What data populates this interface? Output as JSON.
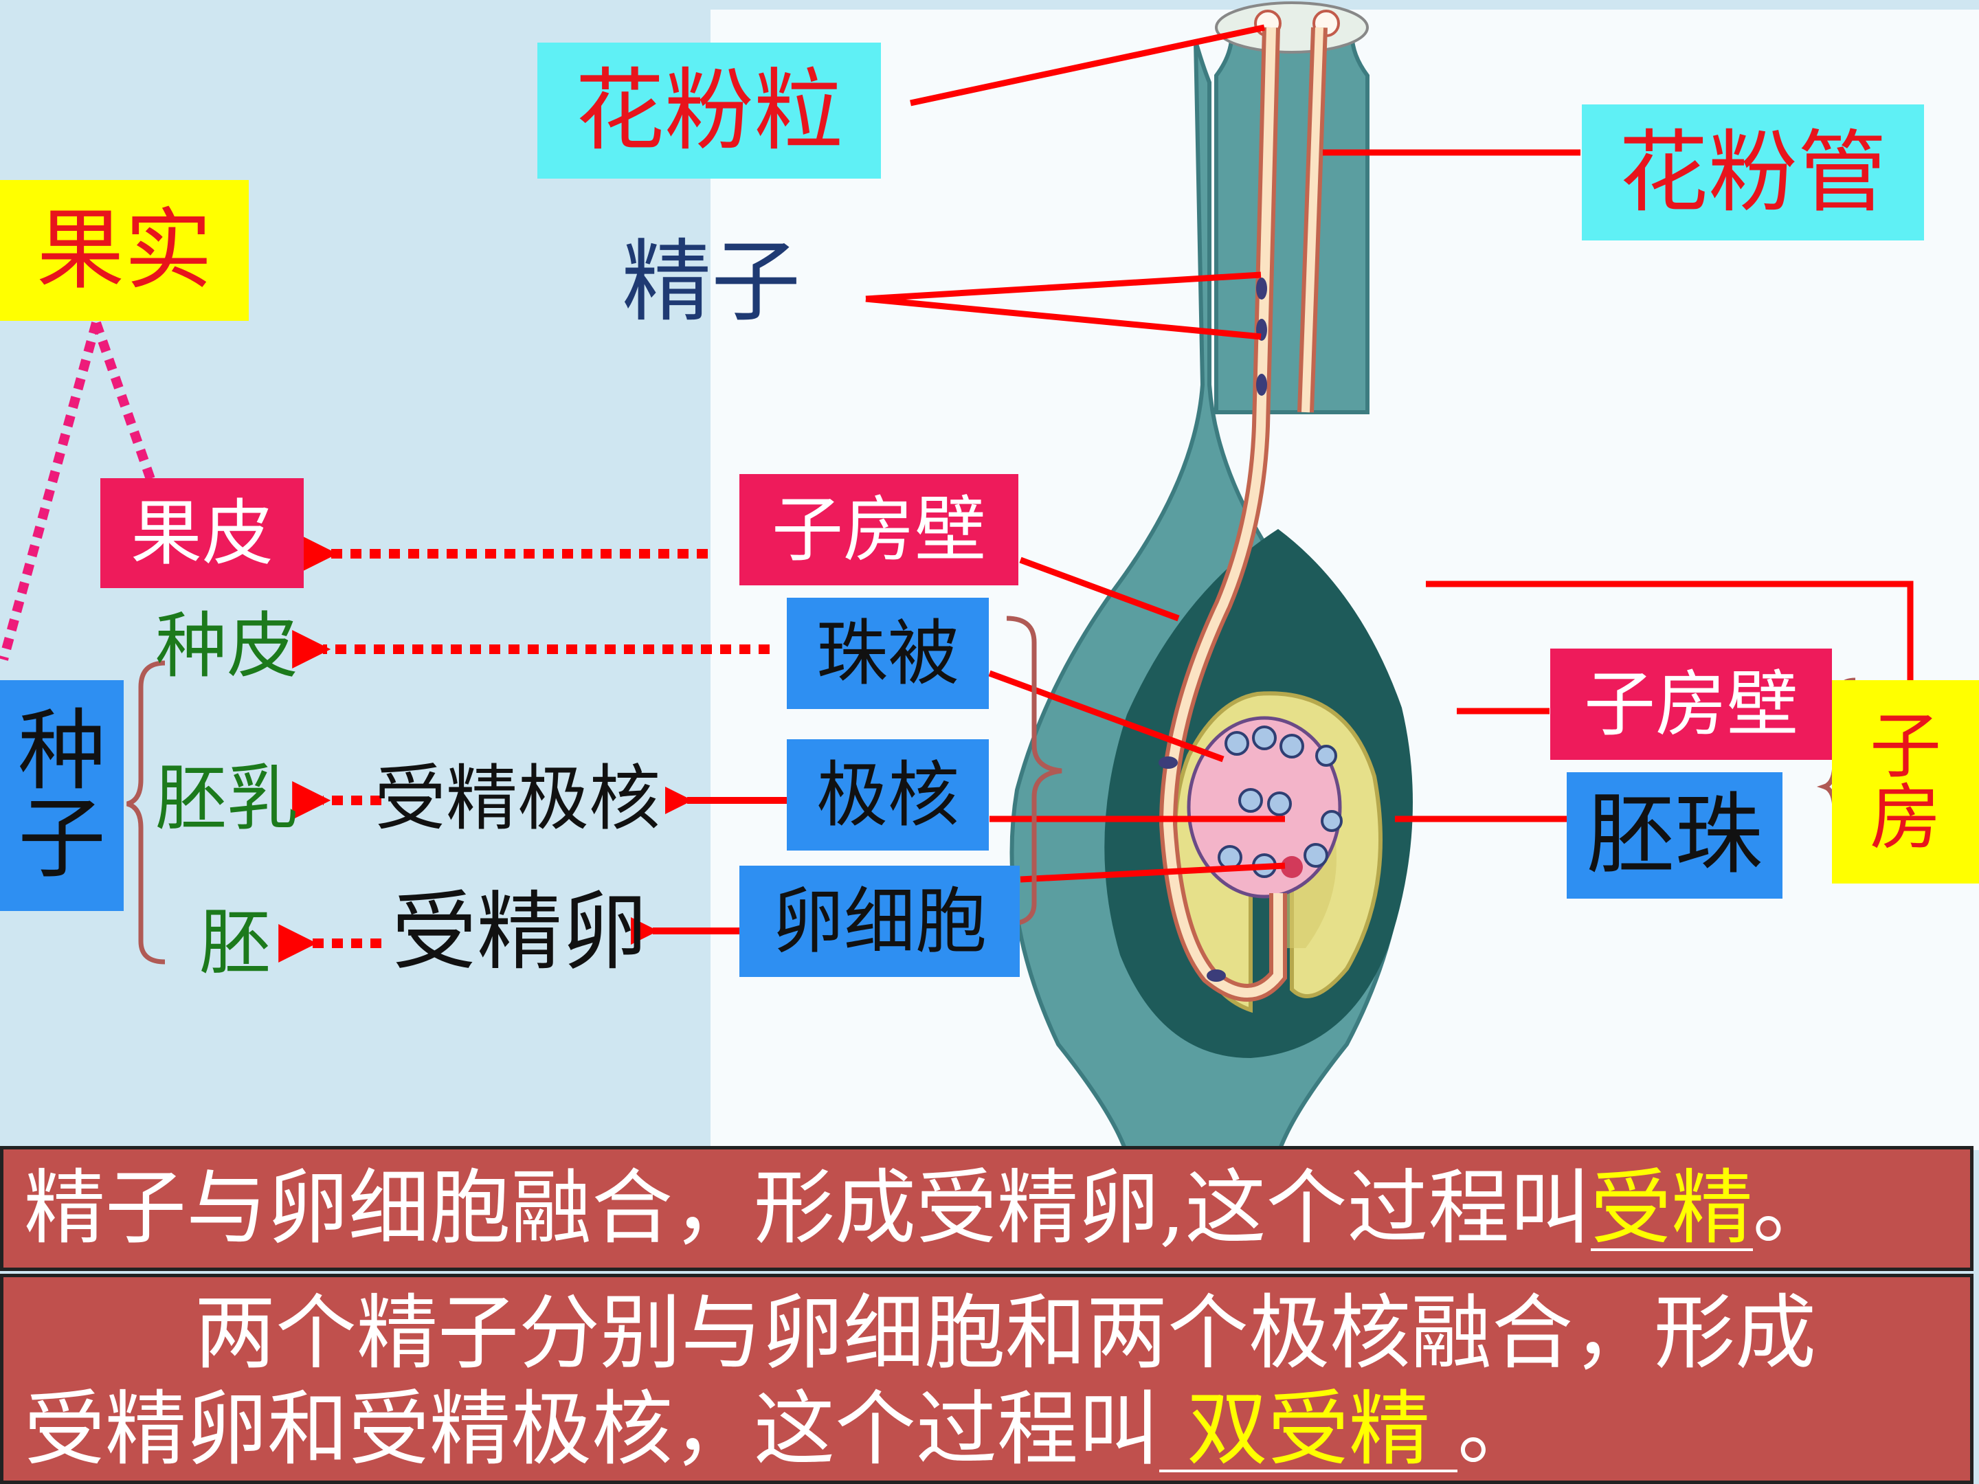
{
  "labels": {
    "pollen_grain": "花粉粒",
    "pollen_tube": "花粉管",
    "sperm": "精子",
    "fruit": "果实",
    "pericarp": "果皮",
    "ovary_wall_left": "子房壁",
    "seed_coat": "种皮",
    "integument": "珠被",
    "seed": [
      "种",
      "子"
    ],
    "endosperm": "胚乳",
    "fertilized_polar_nuclei": "受精极核",
    "polar_nuclei": "极核",
    "embryo": "胚",
    "zygote": "受精卵",
    "egg_cell": "卵细胞",
    "ovary_wall_right": "子房壁",
    "ovule": "胚珠",
    "ovary": [
      "子",
      "房"
    ]
  },
  "text_box_1": {
    "text": "精子与卵细胞融合，形成受精卵,这个过程叫",
    "answer": "受精",
    "end": "。"
  },
  "text_box_2": {
    "line1": "两个精子分别与卵细胞和两个极核融合，形成",
    "line2": "受精卵和受精极核，这个过程叫",
    "answer": "双受精",
    "end": "。"
  },
  "colors": {
    "background": "#cfe6f1",
    "label_cyan": "#5ff0f5",
    "label_yellow": "#ffff00",
    "label_pink": "#ee1b5b",
    "label_blue": "#2e8ff2",
    "text_red": "#e8141c",
    "line_red": "#ff0000",
    "text_green": "#1c7a1c",
    "box_red": "#c0504d",
    "pistil_teal": "#5b9ea0",
    "ovule_yellow": "#e6e08a"
  }
}
